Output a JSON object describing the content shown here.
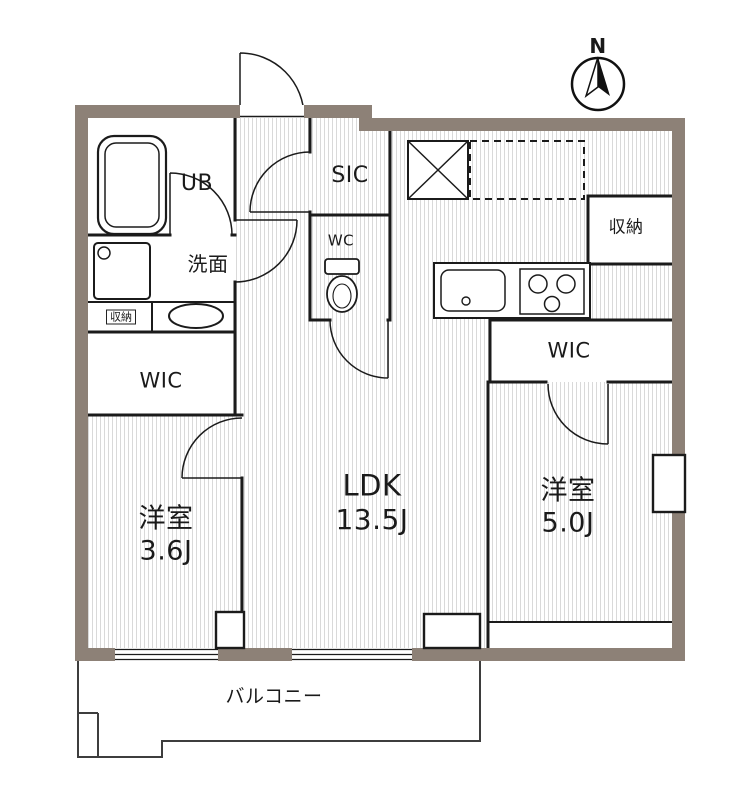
{
  "compass": {
    "label": "N"
  },
  "rooms": {
    "unit_bath": {
      "label": "UB"
    },
    "washroom": {
      "label": "洗面",
      "storage_label": "収納"
    },
    "wic_left": {
      "label": "WIC"
    },
    "bedroom_left": {
      "label": "洋室",
      "size": "3.6J"
    },
    "shoe_closet": {
      "label": "SIC"
    },
    "toilet": {
      "label": "WC"
    },
    "ldk": {
      "label": "LDK",
      "size": "13.5J"
    },
    "storage_right": {
      "label": "収納"
    },
    "wic_right": {
      "label": "WIC"
    },
    "bedroom_right": {
      "label": "洋室",
      "size": "5.0J"
    },
    "balcony": {
      "label": "バルコニー"
    }
  },
  "colors": {
    "wall": "#8d8177",
    "line": "#1b1b1b",
    "floor_stripe": "#d9d9d9",
    "text": "#1a1a1a",
    "background": "#ffffff"
  }
}
